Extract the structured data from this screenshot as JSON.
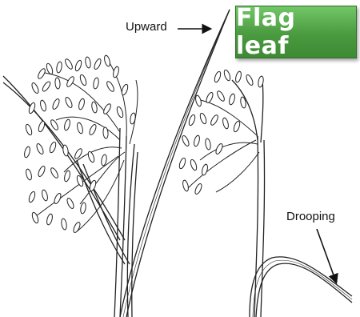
{
  "title": "Flag leaf",
  "labels": {
    "upward": "Upward",
    "drooping": "Drooping"
  },
  "colors": {
    "badge_green": "#4a9a3f",
    "badge_text": "#ffffff",
    "line_art": "#222222"
  }
}
